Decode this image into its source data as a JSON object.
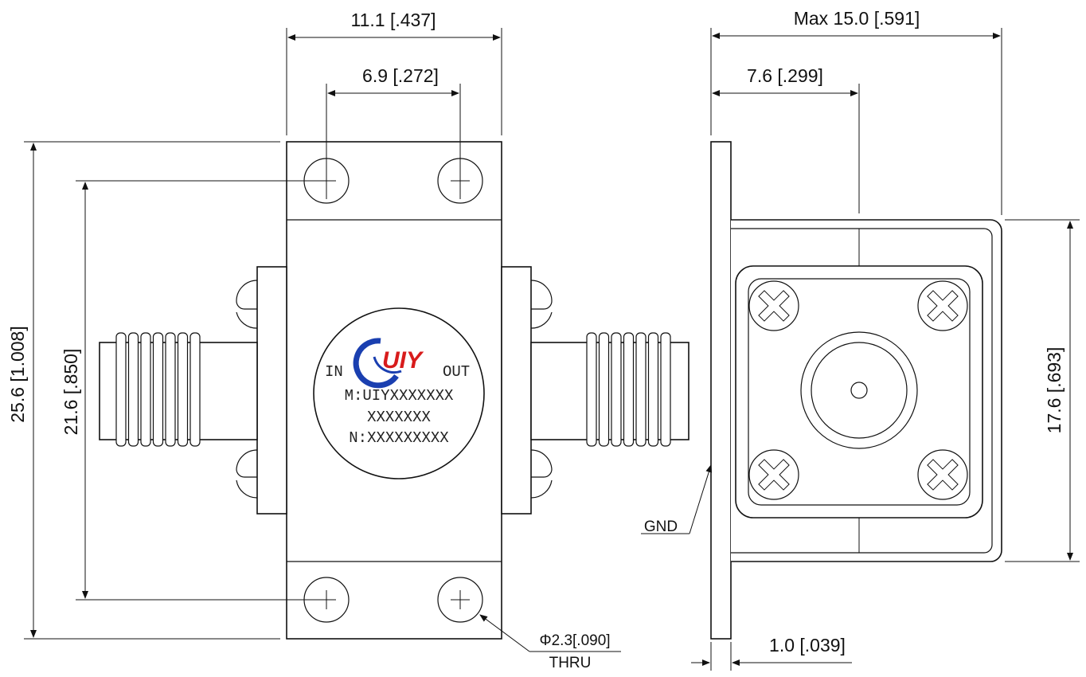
{
  "dimensions": {
    "top_width": "11.1 [.437]",
    "hole_spacing": "6.9 [.272]",
    "overall_height": "25.6 [1.008]",
    "hole_height": "21.6 [.850]",
    "max_depth": "Max 15.0 [.591]",
    "connector_offset": "7.6 [.299]",
    "body_height": "17.6 [.693]",
    "flange_thickness": "1.0 [.039]"
  },
  "callouts": {
    "hole_diameter": "Φ2.3[.090]",
    "hole_type": "THRU",
    "ground": "GND"
  },
  "label": {
    "logo_text": "UIY",
    "input": "IN",
    "output": "OUT",
    "model": "M:UIYXXXXXXX",
    "code": "XXXXXXX",
    "serial": "N:XXXXXXXXX"
  },
  "colors": {
    "logo_blue": "#1a3fb0",
    "logo_red": "#d81c1c",
    "line": "#111111"
  }
}
